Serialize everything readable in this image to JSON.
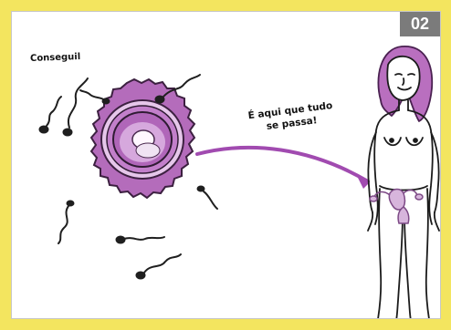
{
  "illustration": {
    "badge_number": "02",
    "captions": {
      "sperm_speech": "Conseguil",
      "woman_line_1": "É aqui que tudo",
      "woman_line_2": "se passa!"
    },
    "icons": {
      "egg": "ovum-icon",
      "sperm": "sperm-icon",
      "woman": "woman-figure-icon",
      "arrow": "arrow-icon",
      "uterus": "uterus-icon"
    },
    "colors": {
      "page_border": "#f3e55f",
      "badge": "#7b7b7b",
      "egg_fill": "#b46cbb",
      "egg_light": "#ead2ef",
      "woman_hair": "#b96fbf",
      "arrow": "#a14bb0"
    }
  }
}
